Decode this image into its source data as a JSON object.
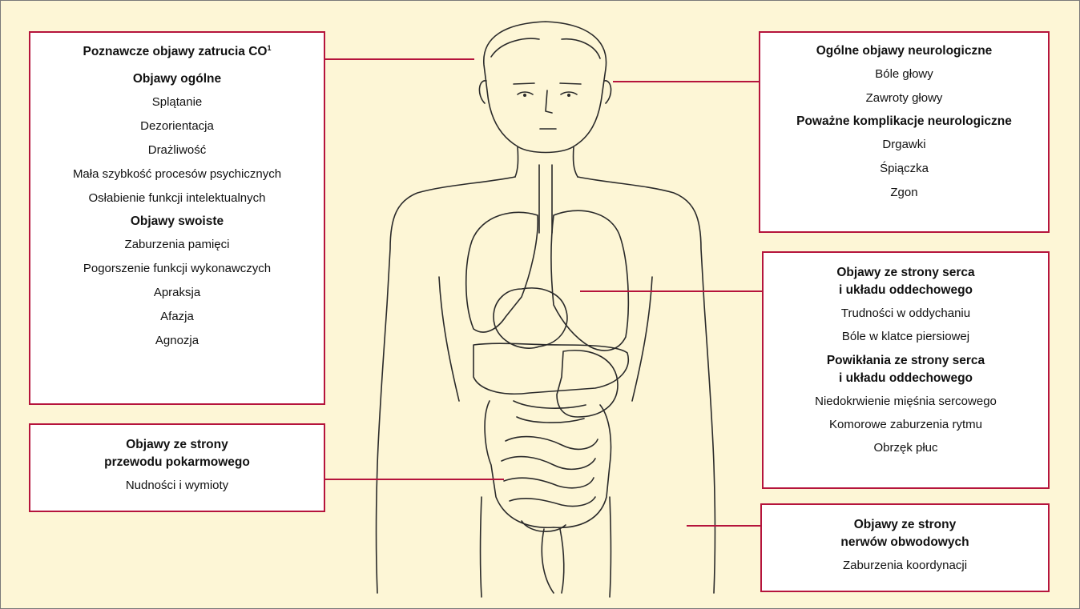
{
  "colors": {
    "background": "#fdf6d6",
    "accent": "#b5143c",
    "outline": "#2a2a2a"
  },
  "boxes": {
    "cognitive": {
      "title": "Poznawcze objawy zatrucia CO",
      "title_sup": "1",
      "general_heading": "Objawy ogólne",
      "general_items": [
        "Splątanie",
        "Dezorientacja",
        "Drażliwość",
        "Mała szybkość procesów psychicznych",
        "Osłabienie funkcji intelektualnych"
      ],
      "specific_heading": "Objawy swoiste",
      "specific_items": [
        "Zaburzenia pamięci",
        "Pogorszenie funkcji wykonawczych",
        "Apraksja",
        "Afazja",
        "Agnozja"
      ]
    },
    "neuro": {
      "heading": "Ogólne objawy neurologiczne",
      "items": [
        "Bóle głowy",
        "Zawroty głowy"
      ],
      "complications_heading": "Poważne komplikacje neurologiczne",
      "complications": [
        "Drgawki",
        "Śpiączka",
        "Zgon"
      ]
    },
    "cardio": {
      "heading_line1": "Objawy ze strony serca",
      "heading_line2": "i układu oddechowego",
      "items": [
        "Trudności w oddychaniu",
        "Bóle w klatce piersiowej"
      ],
      "complications_line1": "Powikłania ze strony serca",
      "complications_line2": "i układu oddechowego",
      "complications": [
        "Niedokrwienie mięśnia sercowego",
        "Komorowe zaburzenia rytmu",
        "Obrzęk płuc"
      ]
    },
    "gi": {
      "heading_line1": "Objawy ze strony",
      "heading_line2": "przewodu pokarmowego",
      "items": [
        "Nudności i wymioty"
      ]
    },
    "peripheral": {
      "heading_line1": "Objawy ze strony",
      "heading_line2": "nerwów obwodowych",
      "items": [
        "Zaburzenia koordynacji"
      ]
    }
  }
}
